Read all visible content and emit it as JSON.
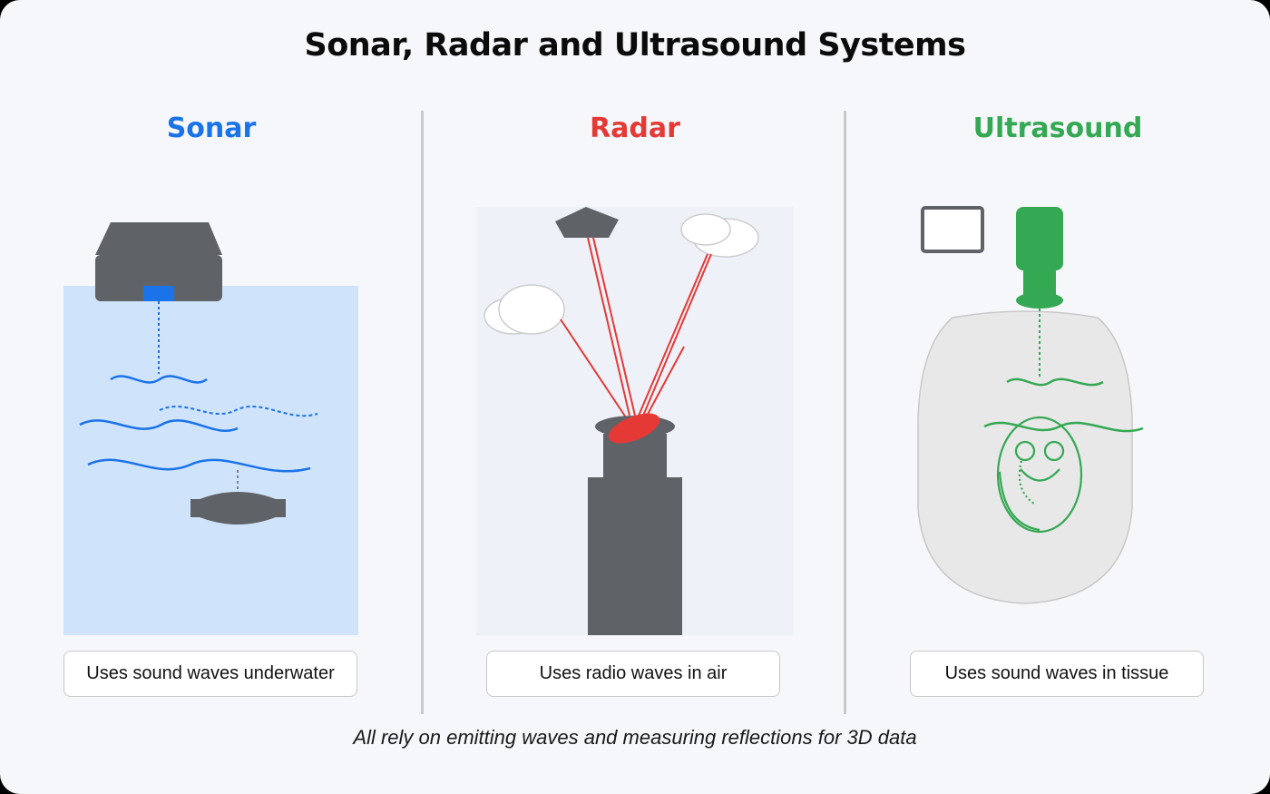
{
  "title": "Sonar, Radar and Ultrasound Systems",
  "colors": {
    "sonar": "#1a73e8",
    "radar": "#e53935",
    "ultrasound": "#34a853",
    "device_gray": "#5f6368",
    "water": "#cfe3fb",
    "background": "#f5f7fa"
  },
  "panels": [
    {
      "name": "Sonar",
      "caption": "Uses sound waves underwater"
    },
    {
      "name": "Radar",
      "caption": "Uses radio waves in air"
    },
    {
      "name": "Ultrasound",
      "caption": "Uses sound waves in tissue"
    }
  ],
  "icons": {
    "sonar": [
      "ship-icon",
      "transducer-icon",
      "sound-wave-icon",
      "submarine-icon"
    ],
    "radar": [
      "radar-tower-icon",
      "radar-dish-icon",
      "aircraft-icon",
      "cloud-icon"
    ],
    "ultrasound": [
      "monitor-icon",
      "ultrasound-probe-icon",
      "body-icon",
      "fetus-icon"
    ]
  },
  "footer": "All rely on emitting waves and measuring reflections for 3D data"
}
